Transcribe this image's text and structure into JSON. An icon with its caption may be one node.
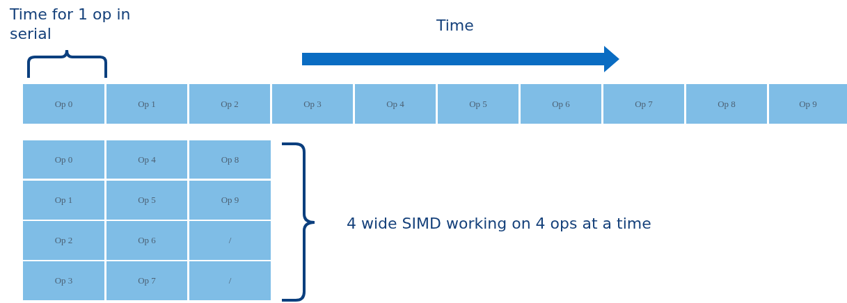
{
  "diagram": {
    "nodes": [
      {
        "text": [
          "Op 0"
        ]
      },
      {
        "text": [
          "Op 1"
        ]
      },
      {
        "text": [
          "Op 2"
        ]
      },
      {
        "text": [
          "Op 3"
        ]
      },
      {
        "text": [
          "Op 4"
        ]
      },
      {
        "text": [
          "Op 5"
        ]
      },
      {
        "text": [
          "Op 6"
        ]
      },
      {
        "text": [
          "Op 7"
        ]
      },
      {
        "text": [
          "Op 8"
        ]
      },
      {
        "text": [
          "Op 9"
        ]
      },
      {
        "text": [
          "Op 0"
        ]
      },
      {
        "text": [
          "Op 4"
        ]
      },
      {
        "text": [
          "Op 8"
        ]
      },
      {
        "text": [
          "Op 1"
        ]
      },
      {
        "text": [
          "Op 5"
        ]
      },
      {
        "text": [
          "Op 9"
        ]
      },
      {
        "text": [
          "Op 2"
        ]
      },
      {
        "text": [
          "Op 6"
        ]
      },
      {
        "text": [
          "/"
        ]
      },
      {
        "text": [
          "Op 3"
        ]
      },
      {
        "text": [
          "Op 7"
        ]
      },
      {
        "text": [
          "/"
        ]
      }
    ],
    "labels": [
      "Time for 1 op in serial",
      "Time",
      "4 wide SIMD working on 4 ops at a time"
    ]
  }
}
